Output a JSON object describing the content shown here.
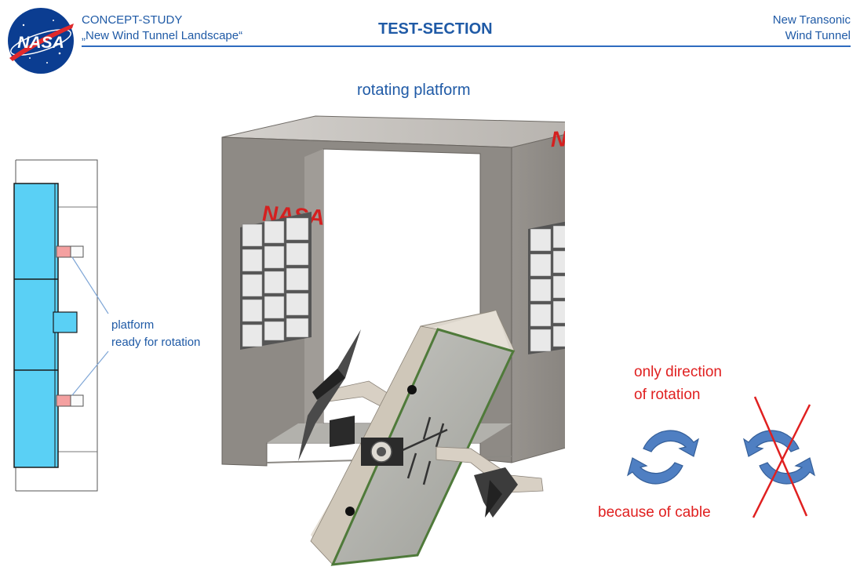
{
  "header": {
    "logo_text": "NASA",
    "left_line1": "CONCEPT-STUDY",
    "left_line2": "„New Wind Tunnel Landscape“",
    "center_title": "TEST-SECTION",
    "right_line1": "New Transonic",
    "right_line2": "Wind Tunnel"
  },
  "diagram": {
    "title": "rotating platform",
    "side_label_line1": "platform",
    "side_label_line2": "ready for rotation",
    "rotation_label_line1": "only direction",
    "rotation_label_line2": "of rotation",
    "cable_label": "because of cable",
    "wall_logo_text": "NASA"
  },
  "colors": {
    "accent_blue": "#1f5aa6",
    "warning_red": "#e02020",
    "platform_cyan": "#5ad0f5",
    "frame_gray": "#8e8a85"
  },
  "icons": [
    "nasa-logo-icon",
    "rotation-arrows-icon",
    "crossed-rotation-arrows-icon"
  ]
}
